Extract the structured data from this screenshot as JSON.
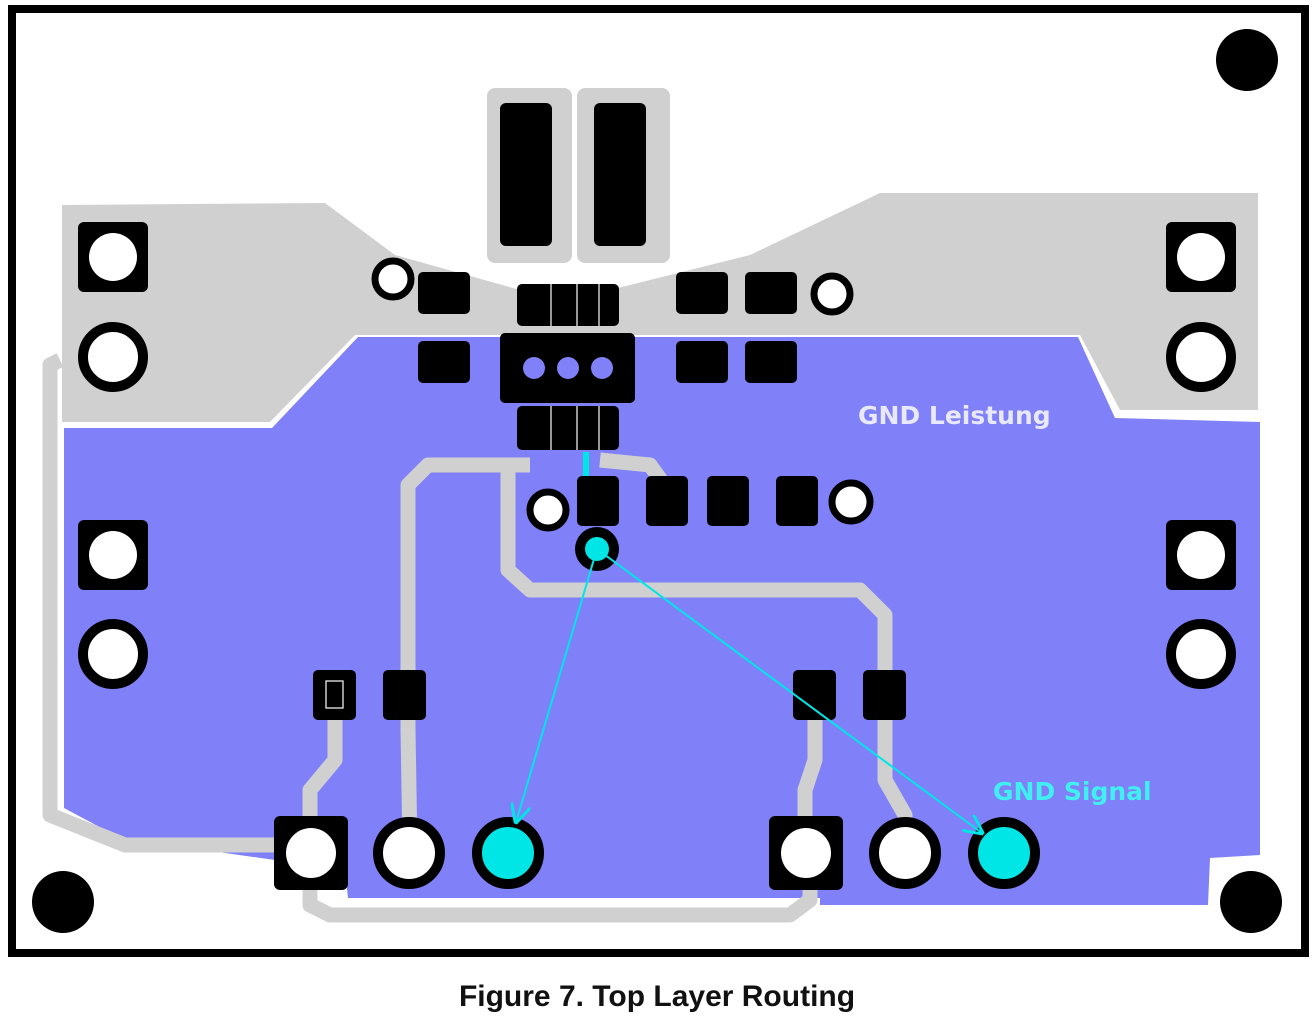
{
  "labels": {
    "gnd_power": "GND Leistung",
    "gnd_signal": "GND Signal"
  },
  "caption": "Figure 7. Top Layer Routing",
  "colors": {
    "board_outline": "#000000",
    "board_fill": "#ffffff",
    "copper_plane": "#d0d0d0",
    "gnd_power_pour": "#8080f8",
    "pad": "#000000",
    "highlight": "#00e6e6",
    "gnd_power_label": "#e8e8ff",
    "gnd_signal_label": "#40f0f0"
  }
}
